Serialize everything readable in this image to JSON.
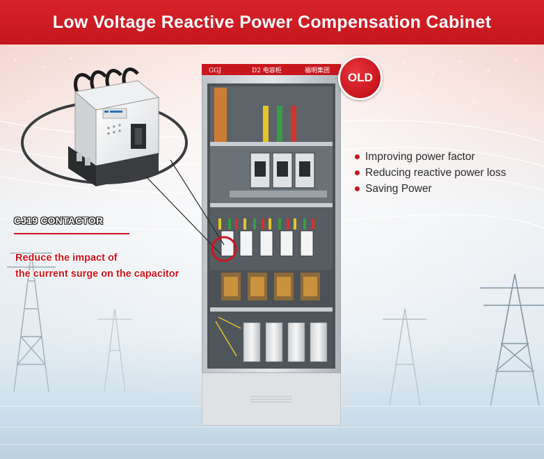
{
  "banner": {
    "title": "Low Voltage Reactive Power Compensation Cabinet",
    "background": "#c8161d",
    "text_color": "#ffffff"
  },
  "cabinet": {
    "label_left": "GGJ",
    "label_center": "D2 电容柜",
    "label_right": "福明集团"
  },
  "badge": {
    "text": "OLD",
    "color": "#c8141c"
  },
  "features": [
    {
      "text": "Improving power factor"
    },
    {
      "text": "Reducing reactive power loss"
    },
    {
      "text": "Saving Power"
    }
  ],
  "contactor": {
    "title": "CJ19 CONTACTOR",
    "description_lines": [
      "Reduce the impact of",
      "the current surge on the capacitor"
    ],
    "accent": "#d0121a"
  }
}
